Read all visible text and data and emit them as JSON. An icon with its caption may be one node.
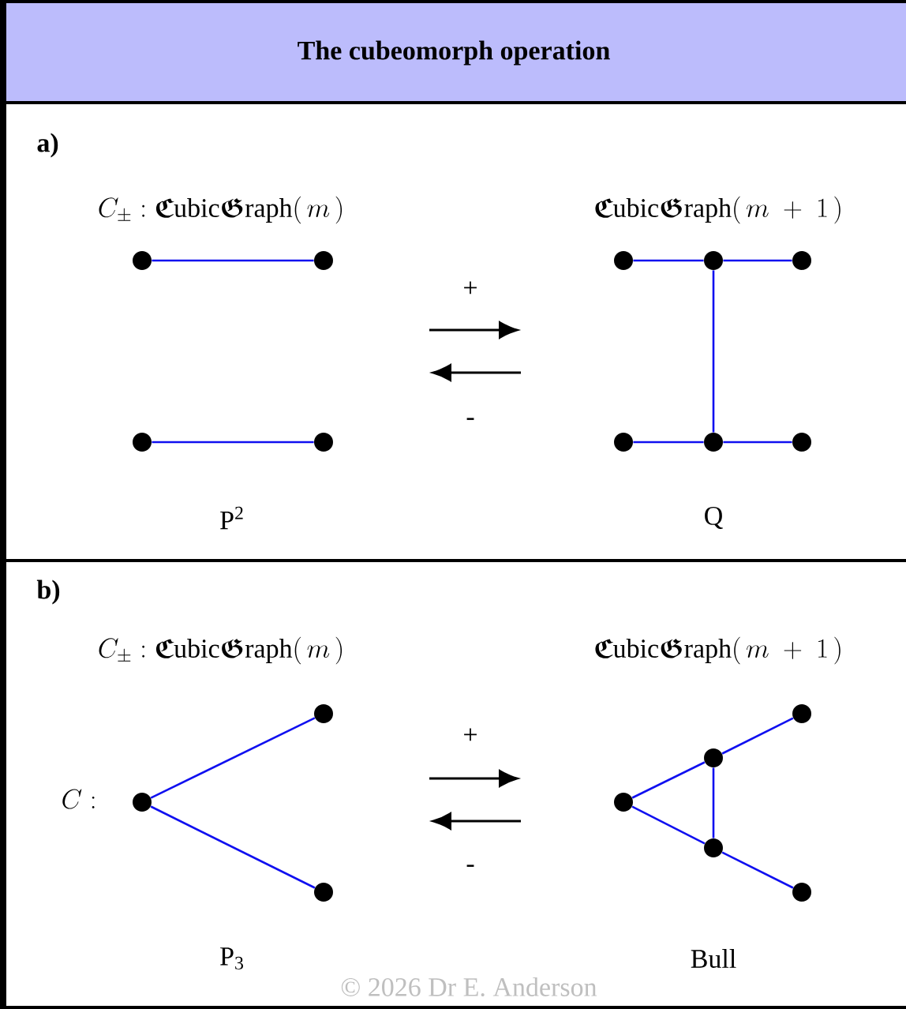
{
  "diagram": {
    "title": "The cubeomorph operation",
    "nodes": [
      {
        "text": [],
        "shape": "circle"
      },
      {
        "text": [],
        "shape": "circle"
      },
      {
        "text": [],
        "shape": "circle"
      },
      {
        "text": [],
        "shape": "circle"
      },
      {
        "text": [],
        "shape": "circle"
      },
      {
        "text": [],
        "shape": "circle"
      },
      {
        "text": [],
        "shape": "circle"
      },
      {
        "text": [],
        "shape": "circle"
      },
      {
        "text": [],
        "shape": "circle"
      },
      {
        "text": [],
        "shape": "circle"
      },
      {
        "text": [],
        "shape": "circle"
      },
      {
        "text": [],
        "shape": "circle"
      },
      {
        "text": [],
        "shape": "circle"
      },
      {
        "text": [],
        "shape": "circle"
      },
      {
        "text": [],
        "shape": "circle"
      },
      {
        "text": [],
        "shape": "circle"
      },
      {
        "text": [],
        "shape": "circle"
      },
      {
        "text": [],
        "shape": "circle"
      }
    ],
    "edges": [
      {
        "from": 0,
        "to": 1,
        "arrow": "none"
      },
      {
        "from": 2,
        "to": 3,
        "arrow": "none"
      },
      {
        "from": 4,
        "to": 5,
        "arrow": "none"
      },
      {
        "from": 5,
        "to": 6,
        "arrow": "none"
      },
      {
        "from": 7,
        "to": 8,
        "arrow": "none"
      },
      {
        "from": 8,
        "to": 9,
        "arrow": "none"
      },
      {
        "from": 5,
        "to": 8,
        "arrow": "none"
      },
      {
        "from": 10,
        "to": 11,
        "arrow": "none"
      },
      {
        "from": 10,
        "to": 12,
        "arrow": "none"
      },
      {
        "from": 13,
        "to": 14,
        "arrow": "none"
      },
      {
        "from": 13,
        "to": 15,
        "arrow": "none"
      },
      {
        "from": 14,
        "to": 15,
        "arrow": "none"
      },
      {
        "from": 14,
        "to": 16,
        "arrow": "none"
      },
      {
        "from": 15,
        "to": 17,
        "arrow": "none"
      }
    ],
    "labels": [
      "a)",
      "C_{\\pm}:\\boldsymbol{\\mathfrak{C}}\\mathrm{ubic}\\boldsymbol{\\mathfrak{G}}\\mathrm{raph}(\\,m\\,)",
      "\\boldsymbol{\\mathfrak{C}}\\mathrm{ubic}\\boldsymbol{\\mathfrak{G}}\\mathrm{raph}(\\,m\\;+\\;1\\,)",
      "+",
      "-",
      "P$^{2}$",
      "Q",
      "b)",
      "C_{\\pm}:\\boldsymbol{\\mathfrak{C}}\\mathrm{ubic}\\boldsymbol{\\mathfrak{G}}\\mathrm{raph}(\\,m\\,)",
      "\\boldsymbol{\\mathfrak{C}}\\mathrm{ubic}\\boldsymbol{\\mathfrak{G}}\\mathrm{raph}(\\,m\\;+\\;1\\,)",
      "C:",
      "+",
      "-",
      "P$_{3}$",
      "Bull",
      "© 2026 Dr E. Anderson"
    ]
  }
}
